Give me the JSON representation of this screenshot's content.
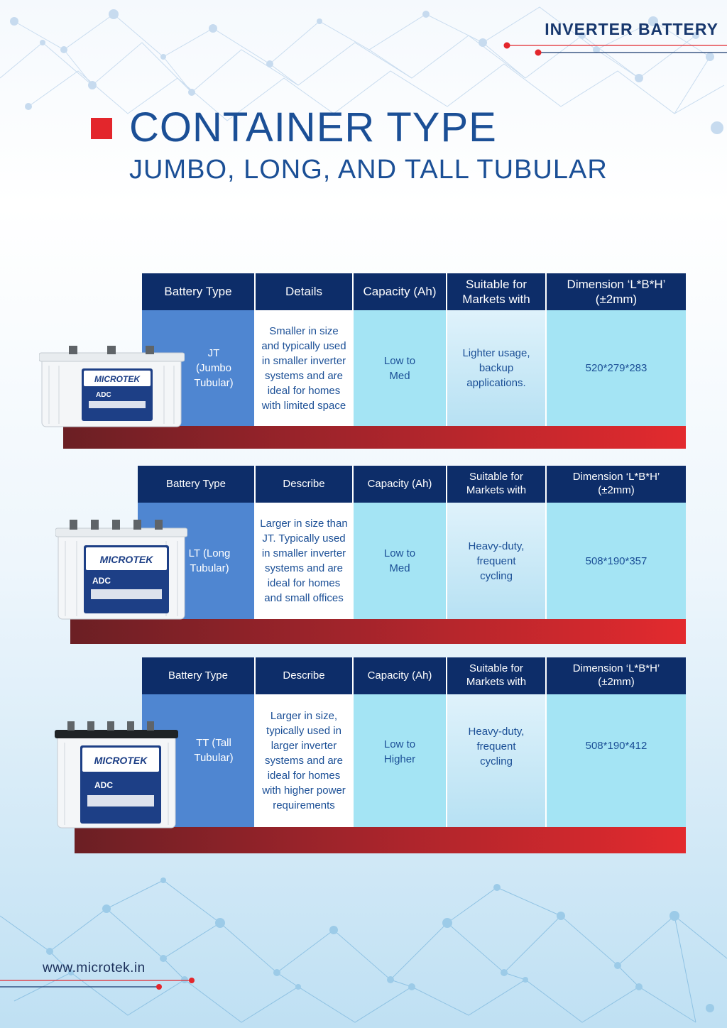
{
  "header": {
    "title": "INVERTER BATTERY"
  },
  "section": {
    "title": "CONTAINER TYPE",
    "subtitle": "JUMBO, LONG, AND TALL TUBULAR"
  },
  "colors": {
    "navy": "#0d2d69",
    "accent_red": "#e3262c",
    "type_blue": "#4f86d1",
    "cyan": "#a4e4f4",
    "text_blue": "#1b4f96"
  },
  "battery_brand": {
    "logo": "MICROTEK",
    "label": "ADC"
  },
  "tables": [
    {
      "headers": {
        "type": "Battery Type",
        "details": "Details",
        "capacity": "Capacity (Ah)",
        "suitable": "Suitable for Markets with",
        "dimension": "Dimension ‘L*B*H’ (±2mm)"
      },
      "row": {
        "type": "JT (Jumbo Tubular)",
        "details": "Smaller in size and typically used in smaller inverter systems and are ideal for homes with limited space",
        "capacity": "Low to Med",
        "suitable": "Lighter usage, backup applications.",
        "dimension": "520*279*283"
      }
    },
    {
      "headers": {
        "type": "Battery Type",
        "details": "Describe",
        "capacity": "Capacity (Ah)",
        "suitable": "Suitable for Markets with",
        "dimension": "Dimension ‘L*B*H’ (±2mm)"
      },
      "row": {
        "type": "LT (Long Tubular)",
        "details": "Larger in size than JT. Typically used in smaller inverter systems and are ideal for homes and small offices",
        "capacity": "Low to Med",
        "suitable": "Heavy-duty, frequent cycling",
        "dimension": "508*190*357"
      }
    },
    {
      "headers": {
        "type": "Battery Type",
        "details": "Describe",
        "capacity": "Capacity (Ah)",
        "suitable": "Suitable for Markets with",
        "dimension": "Dimension ‘L*B*H’ (±2mm)"
      },
      "row": {
        "type": "TT (Tall Tubular)",
        "details": "Larger in size, typically used in larger inverter systems and are ideal for homes with higher power requirements",
        "capacity": "Low to Higher",
        "suitable": "Heavy-duty, frequent cycling",
        "dimension": "508*190*412"
      }
    }
  ],
  "footer": {
    "url": "www.microtek.in"
  }
}
